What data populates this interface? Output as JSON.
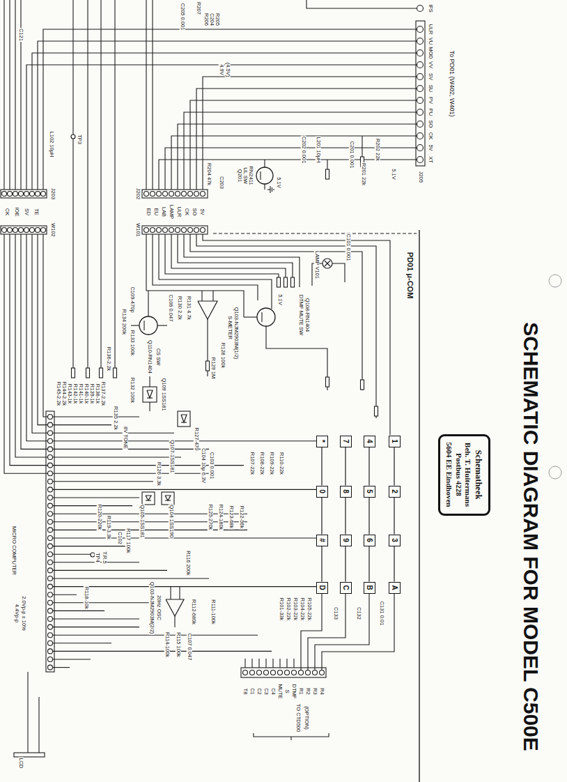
{
  "diagram": {
    "title": "SCHEMATIC DIAGRAM FOR MODEL C500E",
    "nodes": [
      {
        "text": [
          "Schematheek",
          "Beh. T. Huitermans",
          "Postbus 4228",
          "5604 EE Eindhoven"
        ]
      },
      {
        "text": [
          "1"
        ]
      },
      {
        "text": [
          "2"
        ]
      },
      {
        "text": [
          "3"
        ]
      },
      {
        "text": [
          "A"
        ]
      },
      {
        "text": [
          "4"
        ]
      },
      {
        "text": [
          "5"
        ]
      },
      {
        "text": [
          "6"
        ]
      },
      {
        "text": [
          "B"
        ]
      },
      {
        "text": [
          "7"
        ]
      },
      {
        "text": [
          "8"
        ]
      },
      {
        "text": [
          "9"
        ]
      },
      {
        "text": [
          "C"
        ]
      },
      {
        "text": [
          "*"
        ]
      },
      {
        "text": [
          "0"
        ]
      },
      {
        "text": [
          "#"
        ]
      },
      {
        "text": [
          "D"
        ]
      }
    ],
    "edges": [
      {
        "from": 1,
        "to": 2,
        "arrow": "none"
      },
      {
        "from": 2,
        "to": 3,
        "arrow": "none"
      },
      {
        "from": 3,
        "to": 4,
        "arrow": "none"
      },
      {
        "from": 5,
        "to": 6,
        "arrow": "none"
      },
      {
        "from": 6,
        "to": 7,
        "arrow": "none"
      },
      {
        "from": 7,
        "to": 8,
        "arrow": "none"
      },
      {
        "from": 9,
        "to": 10,
        "arrow": "none"
      },
      {
        "from": 10,
        "to": 11,
        "arrow": "none"
      },
      {
        "from": 11,
        "to": 12,
        "arrow": "none"
      },
      {
        "from": 13,
        "to": 14,
        "arrow": "none"
      },
      {
        "from": 14,
        "to": 15,
        "arrow": "none"
      },
      {
        "from": 15,
        "to": 16,
        "arrow": "none"
      }
    ],
    "labels": [
      "IFS",
      "ULR",
      "VU",
      "MOD",
      "VV",
      "SV",
      "SU",
      "PV",
      "PU",
      "SO",
      "CK",
      "5V",
      "XT",
      "J205",
      "To PD01 (W402, W401)",
      "R207",
      "R206",
      "C204",
      "R205",
      "C205 0.001",
      "C121",
      "4.9V",
      "(4.5V)",
      "L102 10μH",
      "TP3",
      "R204 47k",
      "C203",
      "Q201",
      "UL SW",
      "RN2411",
      "5.1V",
      "C202 0.001",
      "L201 10μH",
      "C201 0.001",
      "R201 22k",
      "R202 22k",
      "5.1V",
      "J203",
      "W102",
      "J202",
      "W101",
      "ED",
      "EU",
      "LAB",
      "LAMP",
      "ULR",
      "CK",
      "SO",
      "5V",
      "CK",
      "IOE",
      "SV",
      "TE",
      "PD01 μ-COM",
      "C101 0.001",
      "LAMP V101",
      "DTMF MUTE SW",
      "Q108-RN1404",
      "5.1V",
      "S-METER",
      "Q103-NJM2903M(1/2)",
      "C106 0.047",
      "R130 2.2k",
      "R131 4.7k",
      "R128 100k",
      "R129 1M",
      "Q110-RN1404",
      "CS SW",
      "C109-470p",
      "R134 200k",
      "R133 100k",
      "R136-2.2k",
      "Q109 1SS181",
      "R132 100k",
      "R127-470",
      "C104 10μ 6.3V",
      "C103 0.001",
      "Q107-1SS181",
      "8V TONE",
      "R135 2.2k",
      "R126 3.3k",
      "Q105-1SS181",
      "Q104 1SS190",
      "R125-270k",
      "R124-180k",
      "R123-68k",
      "R122-56k",
      "R120-220k",
      "R119-3.3k",
      "TP4",
      "T.R.5",
      "R118-10k",
      "R117 100k",
      "C102",
      "20Hz OSC",
      "Q103-NJM2903M(2/2)",
      "R114-100k",
      "R116 200k",
      "R115 100k",
      "R112-680k",
      "R111-100k",
      "C107 0.047",
      "R107-22k",
      "R108-22k",
      "R109-22k",
      "R110-22k",
      "R101-33k",
      "R102-22k",
      "R103-22k",
      "R104-22k",
      "R105-22k",
      "C132",
      "C131 0.01",
      "C133",
      "R4",
      "R3",
      "R2",
      "R1",
      "DTMF",
      "S",
      "MUTE",
      "C4",
      "C3",
      "C2",
      "C1",
      "T8",
      "(OPTION)",
      "TO CTD500",
      "R137-2.2k",
      "R138-1k",
      "R139-1k",
      "R140-1k",
      "R141-1k",
      "R142-1k",
      "R143-1k",
      "R144-2.2k",
      "R145-2.2k",
      "MICRO COMPUTER",
      "2.0Vp-p ± 10%",
      "4.4Vp-p",
      "LCD"
    ]
  }
}
